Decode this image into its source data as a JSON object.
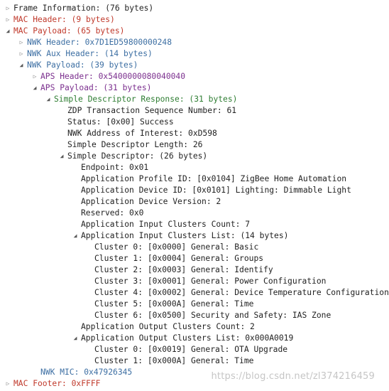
{
  "colors": {
    "default": "#222222",
    "mac": "#c0392b",
    "nwk": "#3d6fa3",
    "aps": "#7b2f8e",
    "zdp": "#2e7d32"
  },
  "tree": [
    {
      "name": "frame-information",
      "level": 0,
      "arrow": "collapsed",
      "color": "default",
      "text": "Frame Information: (76 bytes)"
    },
    {
      "name": "mac-header",
      "level": 0,
      "arrow": "collapsed",
      "color": "mac",
      "text": "MAC Header: (9 bytes)"
    },
    {
      "name": "mac-payload",
      "level": 0,
      "arrow": "expanded",
      "color": "mac",
      "text": "MAC Payload: (65 bytes)"
    },
    {
      "name": "nwk-header",
      "level": 1,
      "arrow": "collapsed",
      "color": "nwk",
      "text": "NWK Header: 0x7D1ED59800000248"
    },
    {
      "name": "nwk-aux-header",
      "level": 1,
      "arrow": "collapsed",
      "color": "nwk",
      "text": "NWK Aux Header: (14 bytes)"
    },
    {
      "name": "nwk-payload",
      "level": 1,
      "arrow": "expanded",
      "color": "nwk",
      "text": "NWK Payload: (39 bytes)"
    },
    {
      "name": "aps-header",
      "level": 2,
      "arrow": "collapsed",
      "color": "aps",
      "text": "APS Header: 0x5400000080040040"
    },
    {
      "name": "aps-payload",
      "level": 2,
      "arrow": "expanded",
      "color": "aps",
      "text": "APS Payload: (31 bytes)"
    },
    {
      "name": "simple-descriptor-response",
      "level": 3,
      "arrow": "expanded",
      "color": "zdp",
      "text": "Simple Descriptor Response: (31 bytes)"
    },
    {
      "name": "zdp-transaction-sequence-number",
      "level": 4,
      "arrow": "none",
      "color": "default",
      "text": "ZDP Transaction Sequence Number: 61"
    },
    {
      "name": "status",
      "level": 4,
      "arrow": "none",
      "color": "default",
      "text": "Status: [0x00] Success"
    },
    {
      "name": "nwk-address-of-interest",
      "level": 4,
      "arrow": "none",
      "color": "default",
      "text": "NWK Address of Interest: 0xD598"
    },
    {
      "name": "simple-descriptor-length",
      "level": 4,
      "arrow": "none",
      "color": "default",
      "text": "Simple Descriptor Length: 26"
    },
    {
      "name": "simple-descriptor",
      "level": 4,
      "arrow": "expanded",
      "color": "default",
      "text": "Simple Descriptor: (26 bytes)"
    },
    {
      "name": "endpoint",
      "level": 5,
      "arrow": "none",
      "color": "default",
      "text": "Endpoint: 0x01"
    },
    {
      "name": "application-profile-id",
      "level": 5,
      "arrow": "none",
      "color": "default",
      "text": "Application Profile ID: [0x0104] ZigBee Home Automation"
    },
    {
      "name": "application-device-id",
      "level": 5,
      "arrow": "none",
      "color": "default",
      "text": "Application Device ID: [0x0101] Lighting: Dimmable Light"
    },
    {
      "name": "application-device-version",
      "level": 5,
      "arrow": "none",
      "color": "default",
      "text": "Application Device Version: 2"
    },
    {
      "name": "reserved",
      "level": 5,
      "arrow": "none",
      "color": "default",
      "text": "Reserved: 0x0"
    },
    {
      "name": "application-input-clusters-count",
      "level": 5,
      "arrow": "none",
      "color": "default",
      "text": "Application Input Clusters Count: 7"
    },
    {
      "name": "application-input-clusters-list",
      "level": 5,
      "arrow": "expanded",
      "color": "default",
      "text": "Application Input Clusters List: (14 bytes)"
    },
    {
      "name": "input-cluster-0",
      "level": 6,
      "arrow": "none",
      "color": "default",
      "text": "Cluster 0: [0x0000] General: Basic"
    },
    {
      "name": "input-cluster-1",
      "level": 6,
      "arrow": "none",
      "color": "default",
      "text": "Cluster 1: [0x0004] General: Groups"
    },
    {
      "name": "input-cluster-2",
      "level": 6,
      "arrow": "none",
      "color": "default",
      "text": "Cluster 2: [0x0003] General: Identify"
    },
    {
      "name": "input-cluster-3",
      "level": 6,
      "arrow": "none",
      "color": "default",
      "text": "Cluster 3: [0x0001] General: Power Configuration"
    },
    {
      "name": "input-cluster-4",
      "level": 6,
      "arrow": "none",
      "color": "default",
      "text": "Cluster 4: [0x0002] General: Device Temperature Configuration"
    },
    {
      "name": "input-cluster-5",
      "level": 6,
      "arrow": "none",
      "color": "default",
      "text": "Cluster 5: [0x000A] General: Time"
    },
    {
      "name": "input-cluster-6",
      "level": 6,
      "arrow": "none",
      "color": "default",
      "text": "Cluster 6: [0x0500] Security and Safety: IAS Zone"
    },
    {
      "name": "application-output-clusters-count",
      "level": 5,
      "arrow": "none",
      "color": "default",
      "text": "Application Output Clusters Count: 2"
    },
    {
      "name": "application-output-clusters-list",
      "level": 5,
      "arrow": "expanded",
      "color": "default",
      "text": "Application Output Clusters List: 0x000A0019"
    },
    {
      "name": "output-cluster-0",
      "level": 6,
      "arrow": "none",
      "color": "default",
      "text": "Cluster 0: [0x0019] General: OTA Upgrade"
    },
    {
      "name": "output-cluster-1",
      "level": 6,
      "arrow": "none",
      "color": "default",
      "text": "Cluster 1: [0x000A] General: Time"
    },
    {
      "name": "nwk-mic",
      "level": 2,
      "arrow": "none",
      "color": "nwk",
      "text": "NWK MIC: 0x47926345"
    },
    {
      "name": "mac-footer",
      "level": 0,
      "arrow": "collapsed",
      "color": "mac",
      "text": "MAC Footer: 0xFFFF"
    }
  ],
  "watermark": "https://blog.csdn.net/zl374216459"
}
